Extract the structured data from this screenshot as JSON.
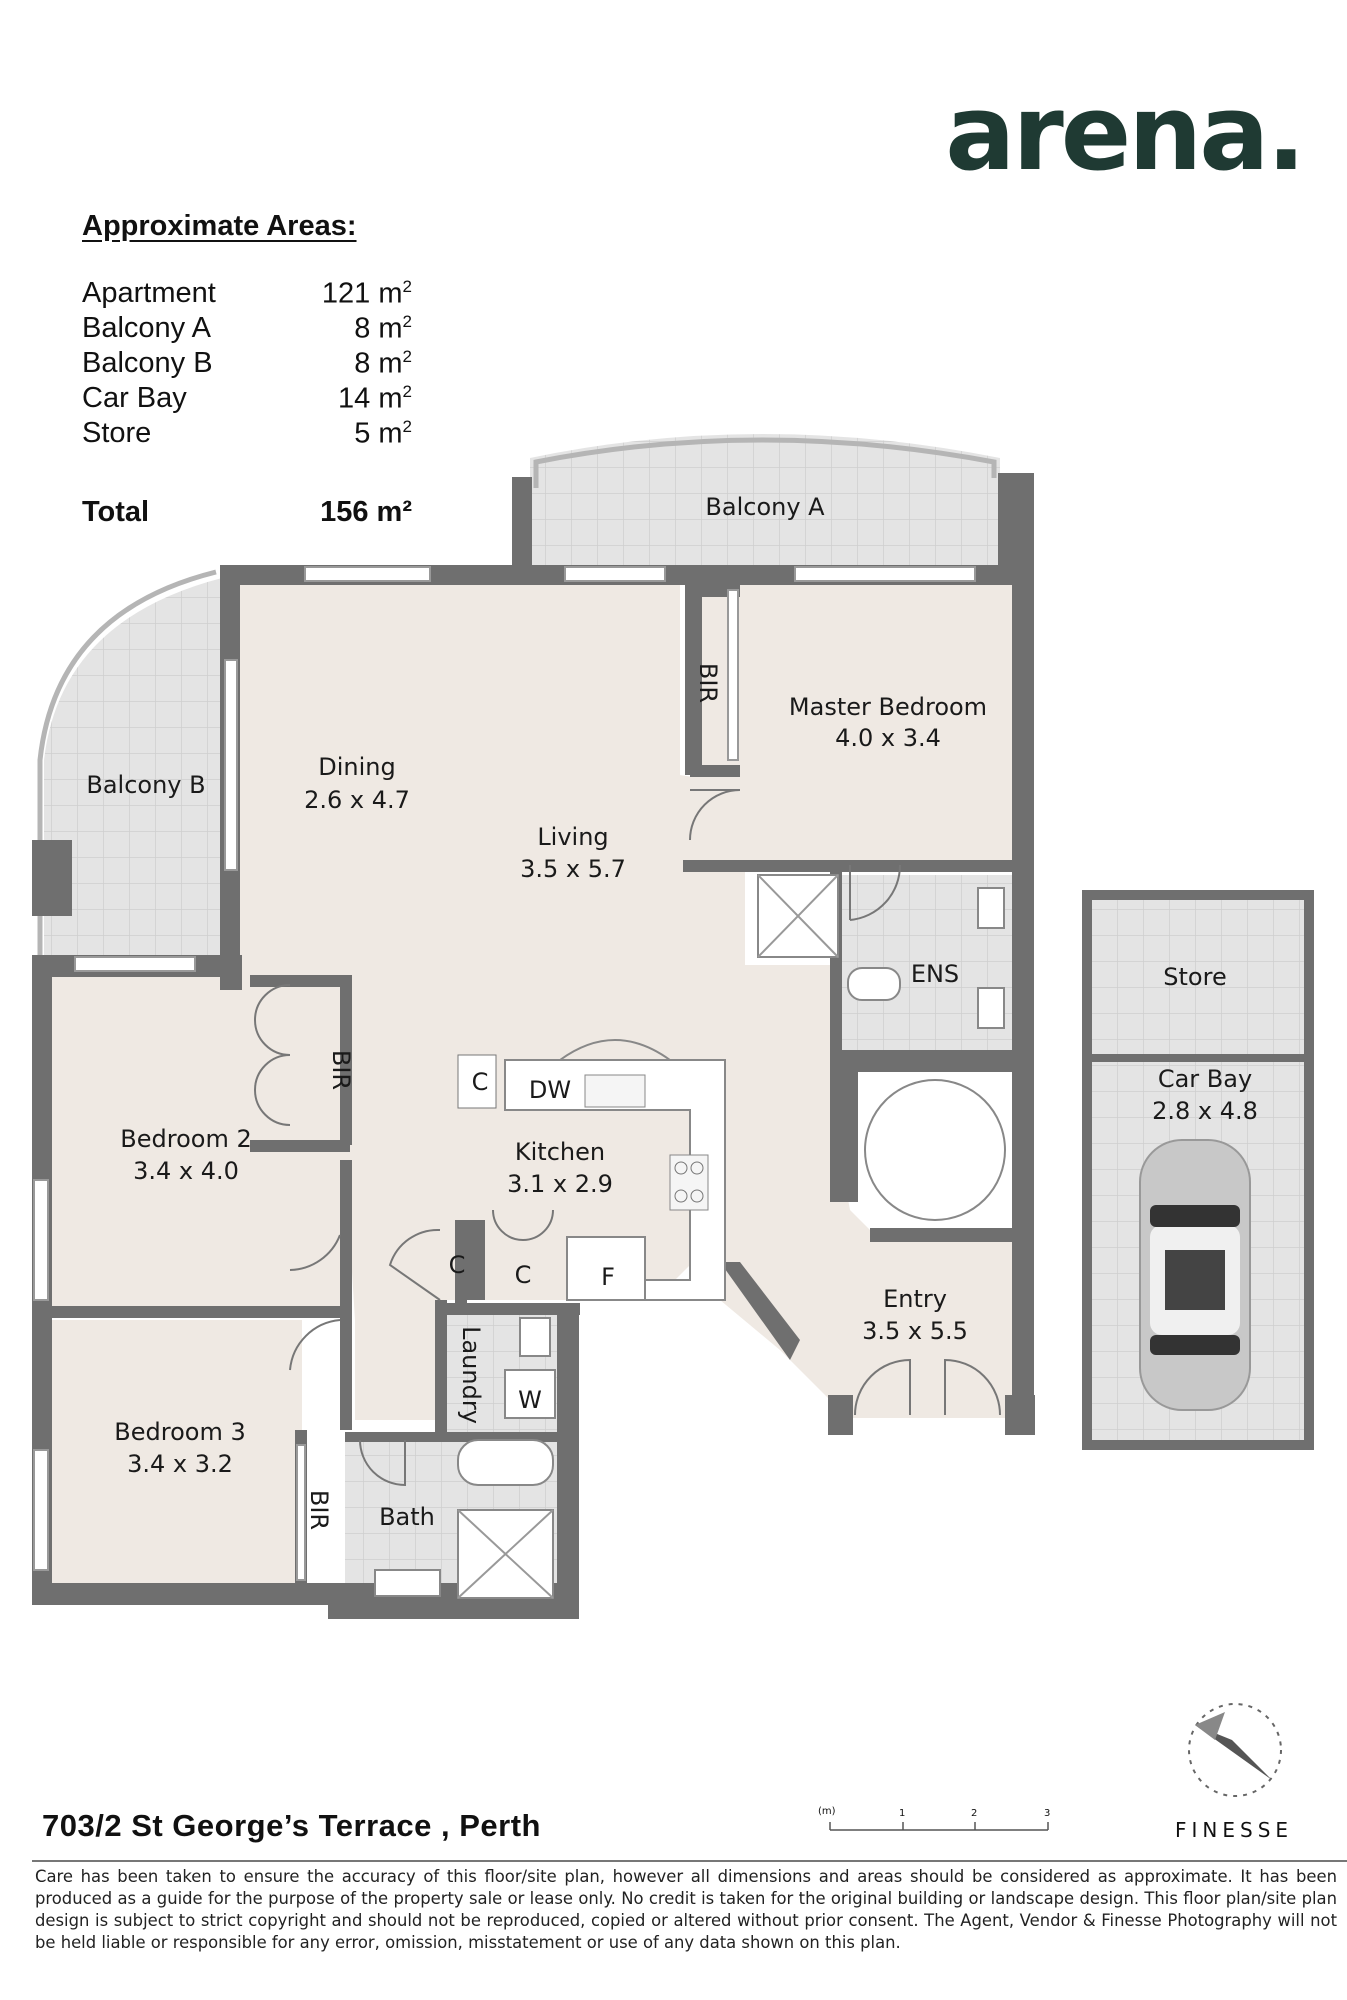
{
  "brand": {
    "name": "arena."
  },
  "areas": {
    "title": "Approximate Areas:",
    "rows": [
      {
        "label": "Apartment",
        "value": "121 m",
        "sup": "2"
      },
      {
        "label": "Balcony A",
        "value": "8 m",
        "sup": "2"
      },
      {
        "label": "Balcony B",
        "value": "8 m",
        "sup": "2"
      },
      {
        "label": "Car Bay",
        "value": "14 m",
        "sup": "2"
      },
      {
        "label": "Store",
        "value": "5 m",
        "sup": "2"
      }
    ],
    "total_label": "Total",
    "total_value": "156 m²"
  },
  "rooms": {
    "balcony_a": "Balcony A",
    "balcony_b": "Balcony B",
    "dining": {
      "name": "Dining",
      "size": "2.6 x 4.7"
    },
    "living": {
      "name": "Living",
      "size": "3.5 x 5.7"
    },
    "master_bedroom": {
      "name": "Master Bedroom",
      "size": "4.0 x 3.4"
    },
    "ens": "ENS",
    "bedroom2": {
      "name": "Bedroom 2",
      "size": "3.4 x 4.0"
    },
    "bedroom3": {
      "name": "Bedroom 3",
      "size": "3.4 x 3.2"
    },
    "kitchen": {
      "name": "Kitchen",
      "size": "3.1 x 2.9"
    },
    "entry": {
      "name": "Entry",
      "size": "3.5 x 5.5"
    },
    "bath": "Bath",
    "laundry": "Laundry",
    "store": "Store",
    "car_bay": {
      "name": "Car Bay",
      "size": "2.8 x 4.8"
    },
    "bir": "BIR",
    "cupboard": "C",
    "dishwasher": "DW",
    "fridge": "F",
    "washer": "W"
  },
  "scale": {
    "unit": "(m)",
    "ticks": [
      "1",
      "2",
      "3"
    ]
  },
  "footer": {
    "address": "703/2 St George’s Terrace , Perth",
    "photographer": "FINESSE",
    "disclaimer": "Care has been taken to ensure the accuracy of this floor/site plan, however all dimensions and areas should be considered as approximate. It has been produced as a guide for the purpose of the property sale or lease only. No credit is taken for the original building or landscape design. This floor plan/site plan design is subject to strict copyright and should not be reproduced, copied or altered without prior consent. The Agent, Vendor & Finesse Photography will not be held liable or responsible for any error, omission, misstatement or use of any data shown on this plan."
  },
  "colors": {
    "wall": "#6f6f6f",
    "floor": "#efe9e3",
    "tile": "#e3e3e3",
    "brand": "#1f3a33"
  }
}
